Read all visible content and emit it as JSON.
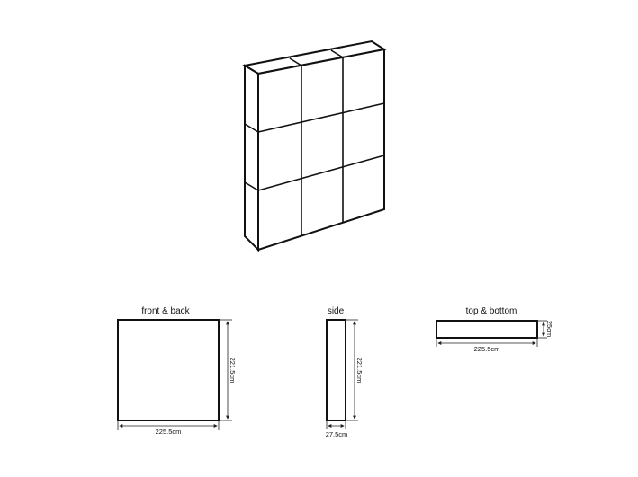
{
  "views": {
    "front_back": {
      "title": "front & back",
      "width_label": "225.5cm",
      "height_label": "221.5cm"
    },
    "side": {
      "title": "side",
      "width_label": "27.5cm",
      "height_label": "221.5cm"
    },
    "top_bottom": {
      "title": "top & bottom",
      "width_label": "225.5cm",
      "height_label": "25cm"
    }
  },
  "grid": {
    "rows": 3,
    "columns": 3
  }
}
